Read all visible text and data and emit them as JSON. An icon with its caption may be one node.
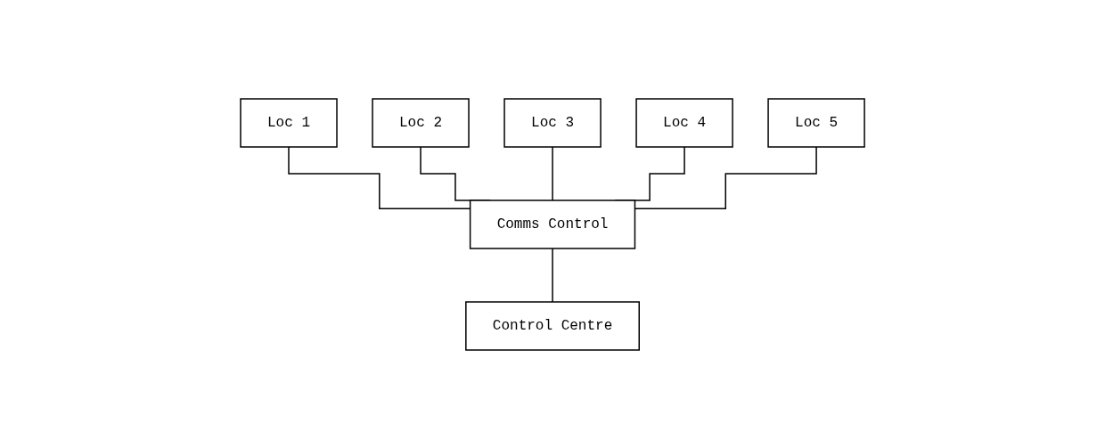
{
  "diagram": {
    "nodes": [
      {
        "text": [
          "Loc 1"
        ]
      },
      {
        "text": [
          "Loc 2"
        ]
      },
      {
        "text": [
          "Loc 3"
        ]
      },
      {
        "text": [
          "Loc 4"
        ]
      },
      {
        "text": [
          "Loc 5"
        ]
      },
      {
        "text": [
          "Comms Control"
        ]
      },
      {
        "text": [
          "Control Centre"
        ]
      }
    ],
    "edges": [
      {
        "from": 0,
        "to": 5,
        "arrow": "none"
      },
      {
        "from": 1,
        "to": 5,
        "arrow": "none"
      },
      {
        "from": 2,
        "to": 5,
        "arrow": "none"
      },
      {
        "from": 3,
        "to": 5,
        "arrow": "none"
      },
      {
        "from": 4,
        "to": 5,
        "arrow": "none"
      },
      {
        "from": 5,
        "to": 6,
        "arrow": "none"
      }
    ]
  }
}
